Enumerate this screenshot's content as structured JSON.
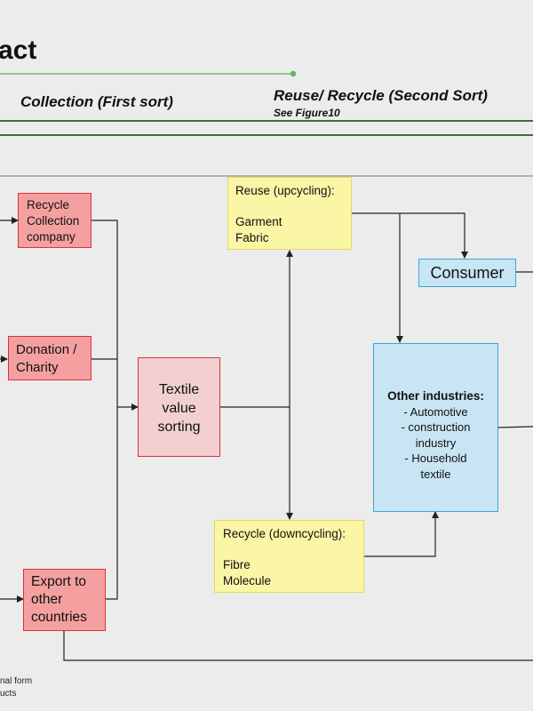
{
  "title": "act",
  "headers": {
    "collection": "Collection (First sort)",
    "reuse_recycle": "Reuse/ Recycle (Second Sort)",
    "see_figure": "See Figure10"
  },
  "boxes": {
    "recycle_collection": "Recycle\nCollection\ncompany",
    "donation": "Donation /\nCharity",
    "export": "Export to\nother\ncountries",
    "sorting": "Textile\nvalue\nsorting",
    "reuse": "Reuse (upcycling):\n\nGarment\nFabric",
    "recycle_down": "Recycle (downcycling):\n\nFibre\nMolecule",
    "consumer": "Consumer",
    "other_industries": {
      "title": "Other industries:",
      "items": [
        "- Automotive",
        "- construction",
        "industry",
        "- Household",
        "textile"
      ]
    }
  },
  "notes": {
    "line1": "nal form",
    "line2": "ucts"
  },
  "colors": {
    "red_fill": "#f4a0a0",
    "yellow_fill": "#fbf5a6",
    "blue_fill": "#c8e5f4",
    "green_line": "#5cb85c",
    "dark_green_rule": "#3b6e3b"
  }
}
